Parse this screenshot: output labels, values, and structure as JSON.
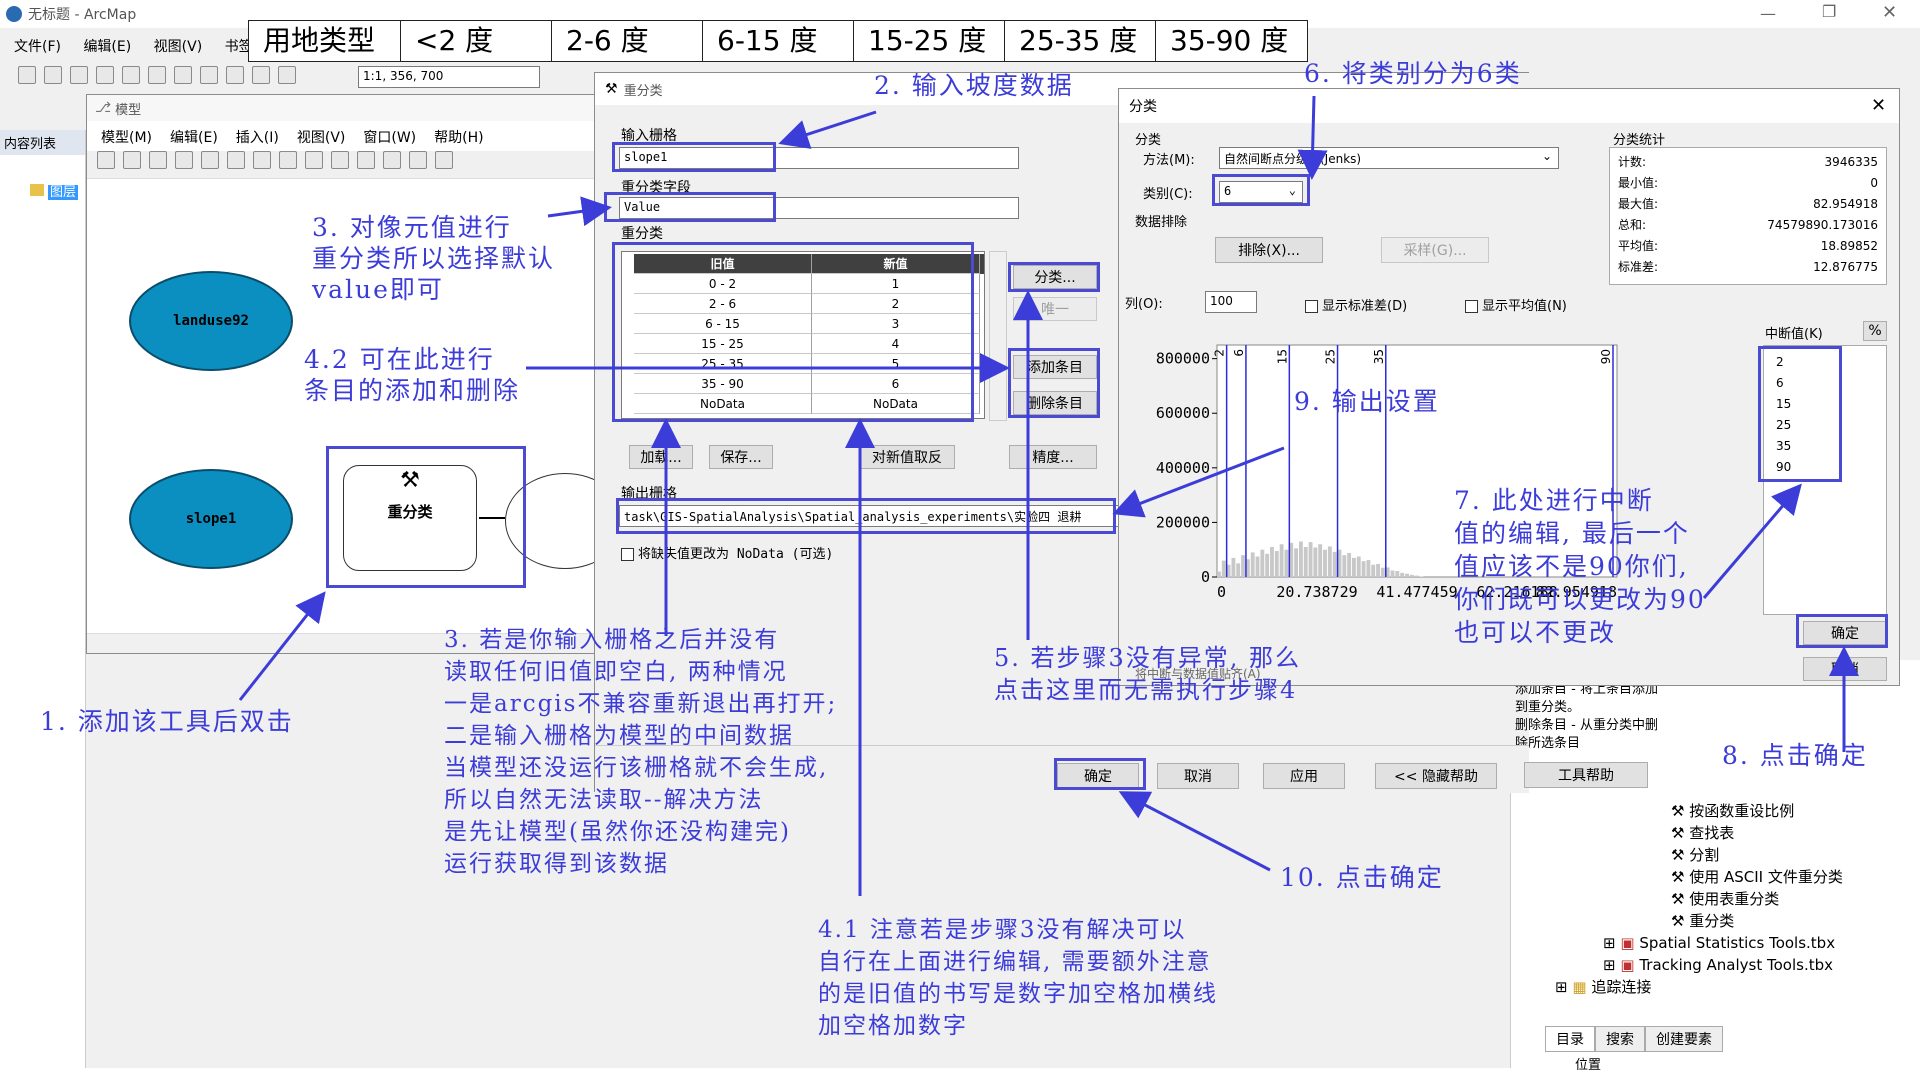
{
  "app": {
    "title": "无标题 - ArcMap",
    "menu": [
      "文件(F)",
      "编辑(E)",
      "视图(V)",
      "书签"
    ],
    "scale": "1:1, 356, 700",
    "toc_title": "内容列表",
    "toc_layer": "图层"
  },
  "slope_table": {
    "headers": [
      "用地类型",
      "<2 度",
      "2-6 度",
      "6-15 度",
      "15-25 度",
      "25-35 度",
      "35-90 度"
    ]
  },
  "model_window": {
    "title": "模型",
    "menu": [
      "模型(M)",
      "编辑(E)",
      "插入(I)",
      "视图(V)",
      "窗口(W)",
      "帮助(H)"
    ],
    "nodes": {
      "landuse": "landuse92",
      "slope": "slope1",
      "tool": "重分类"
    }
  },
  "reclass_dialog": {
    "title": "重分类",
    "input_raster_label": "输入栅格",
    "input_raster_value": "slope1",
    "field_label": "重分类字段",
    "field_value": "Value",
    "reclass_label": "重分类",
    "table_headers": [
      "旧值",
      "新值"
    ],
    "rows": [
      [
        "0 - 2",
        "1"
      ],
      [
        "2 - 6",
        "2"
      ],
      [
        "6 - 15",
        "3"
      ],
      [
        "15 - 25",
        "4"
      ],
      [
        "25 - 35",
        "5"
      ],
      [
        "35 - 90",
        "6"
      ],
      [
        "NoData",
        "NoData"
      ]
    ],
    "classify_btn": "分类...",
    "unique_btn": "唯一",
    "add_entry_btn": "添加条目",
    "delete_entry_btn": "删除条目",
    "load_btn": "加载...",
    "save_btn": "保存...",
    "reverse_btn": "对新值取反",
    "precision_btn": "精度...",
    "output_label": "输出栅格",
    "output_value": "task\\GIS-SpatialAnalysis\\Spatial_analysis_experiments\\实验四 退耕",
    "nodata_checkbox": "将缺失值更改为 NoData (可选)",
    "ok_btn": "确定",
    "cancel_btn": "取消",
    "apply_btn": "应用",
    "hide_help_btn": "<< 隐藏帮助",
    "tool_help_btn": "工具帮助"
  },
  "classify_dialog": {
    "title": "分类",
    "group_classify": "分类",
    "method_label": "方法(M):",
    "method_value": "自然间断点分级法(Jenks)",
    "classes_label": "类别(C):",
    "classes_value": "6",
    "exclusion_label": "数据排除",
    "exclude_btn": "排除(X)...",
    "sample_btn": "采样(G)...",
    "stats_title": "分类统计",
    "stats": [
      {
        "label": "计数:",
        "value": "3946335"
      },
      {
        "label": "最小值:",
        "value": "0"
      },
      {
        "label": "最大值:",
        "value": "82.954918"
      },
      {
        "label": "总和:",
        "value": "74579890.173016"
      },
      {
        "label": "平均值:",
        "value": "18.89852"
      },
      {
        "label": "标准差:",
        "value": "12.876775"
      }
    ],
    "columns_label": "列(O):",
    "columns_value": "100",
    "show_std": "显示标准差(D)",
    "show_mean": "显示平均值(N)",
    "breaks_label": "中断值(K)",
    "pct_btn": "%",
    "breaks": [
      "2",
      "6",
      "15",
      "25",
      "35",
      "90"
    ],
    "snap_label": "将中断与数据值贴齐(A)",
    "ok_btn": "确定",
    "cancel_btn": "取消"
  },
  "chart_data": {
    "type": "bar",
    "y_ticks": [
      "800000",
      "600000",
      "400000",
      "200000",
      "0"
    ],
    "x_ticks": [
      "0",
      "20.738729",
      "41.477459",
      "62.216188",
      "82.954918"
    ],
    "ylim": [
      0,
      850000
    ],
    "xlim": [
      0,
      82.954918
    ],
    "break_lines": [
      {
        "x": 2,
        "label": "2"
      },
      {
        "x": 6,
        "label": "6"
      },
      {
        "x": 15,
        "label": "15"
      },
      {
        "x": 25,
        "label": "25"
      },
      {
        "x": 35,
        "label": "35"
      },
      {
        "x": 90,
        "label": "90"
      }
    ],
    "bins_x": [
      0,
      1,
      2,
      3,
      4,
      5,
      6,
      7,
      8,
      9,
      10,
      11,
      12,
      13,
      14,
      15,
      16,
      17,
      18,
      19,
      20,
      21,
      22,
      23,
      24,
      25,
      26,
      27,
      28,
      29,
      30,
      31,
      32,
      33,
      34,
      35,
      36,
      37,
      38,
      39,
      40,
      41,
      42
    ],
    "values": [
      20000,
      60000,
      45000,
      70000,
      50000,
      80000,
      65000,
      90000,
      75000,
      100000,
      85000,
      110000,
      95000,
      120000,
      100000,
      125000,
      105000,
      130000,
      110000,
      128000,
      108000,
      120000,
      100000,
      112000,
      92000,
      100000,
      80000,
      88000,
      70000,
      75000,
      58000,
      62000,
      45000,
      48000,
      34000,
      35000,
      24000,
      22000,
      15000,
      12000,
      8000,
      5000,
      2000
    ]
  },
  "catalog_panel": {
    "help_lines": [
      "添加条目 - 将上条目添加",
      "到重分类。",
      "删除条目 - 从重分类中删",
      "除所选条目"
    ],
    "items": [
      "按函数重设比例",
      "查找表",
      "分割",
      "使用 ASCII 文件重分类",
      "使用表重分类",
      "重分类"
    ],
    "toolboxes": [
      "Spatial Statistics Tools.tbx",
      "Tracking Analyst Tools.tbx"
    ],
    "tracking": "追踪连接",
    "tabs": [
      "目录",
      "搜索",
      "创建要素"
    ],
    "status": "位置"
  },
  "annotations": {
    "a1": [
      "1. 添加该工具后双击"
    ],
    "a2": [
      "2. 输入坡度数据"
    ],
    "a3": [
      "3. 对像元值进行",
      "重分类所以选择默认",
      "value即可"
    ],
    "a3b": [
      "3. 若是你输入栅格之后并没有",
      "读取任何旧值即空白, 两种情况",
      "一是arcgis不兼容重新退出再打开;",
      "二是输入栅格为模型的中间数据",
      "当模型还没运行该栅格就不会生成,",
      "所以自然无法读取--解决方法",
      "是先让模型(虽然你还没构建完)",
      "运行获取得到该数据"
    ],
    "a41": [
      "4.1 注意若是步骤3没有解决可以",
      "自行在上面进行编辑, 需要额外注意",
      "的是旧值的书写是数字加空格加横线",
      "加空格加数字"
    ],
    "a42": [
      "4.2 可在此进行",
      "条目的添加和删除"
    ],
    "a5": [
      "5. 若步骤3没有异常, 那么",
      "点击这里而无需执行步骤4"
    ],
    "a6": [
      "6. 将类别分为6类"
    ],
    "a7": [
      "7. 此处进行中断",
      "值的编辑, 最后一个",
      "值应该不是90你们,",
      "你们既可以更改为90",
      "也可以不更改"
    ],
    "a8": [
      "8. 点击确定"
    ],
    "a9": [
      "9. 输出设置"
    ],
    "a10": [
      "10. 点击确定"
    ]
  },
  "colors": {
    "annotation": "#3c3cd8",
    "node_fill": "#0a8fc0",
    "hist_bar": "#c8c8c8",
    "break_line": "#2c2cd8"
  }
}
